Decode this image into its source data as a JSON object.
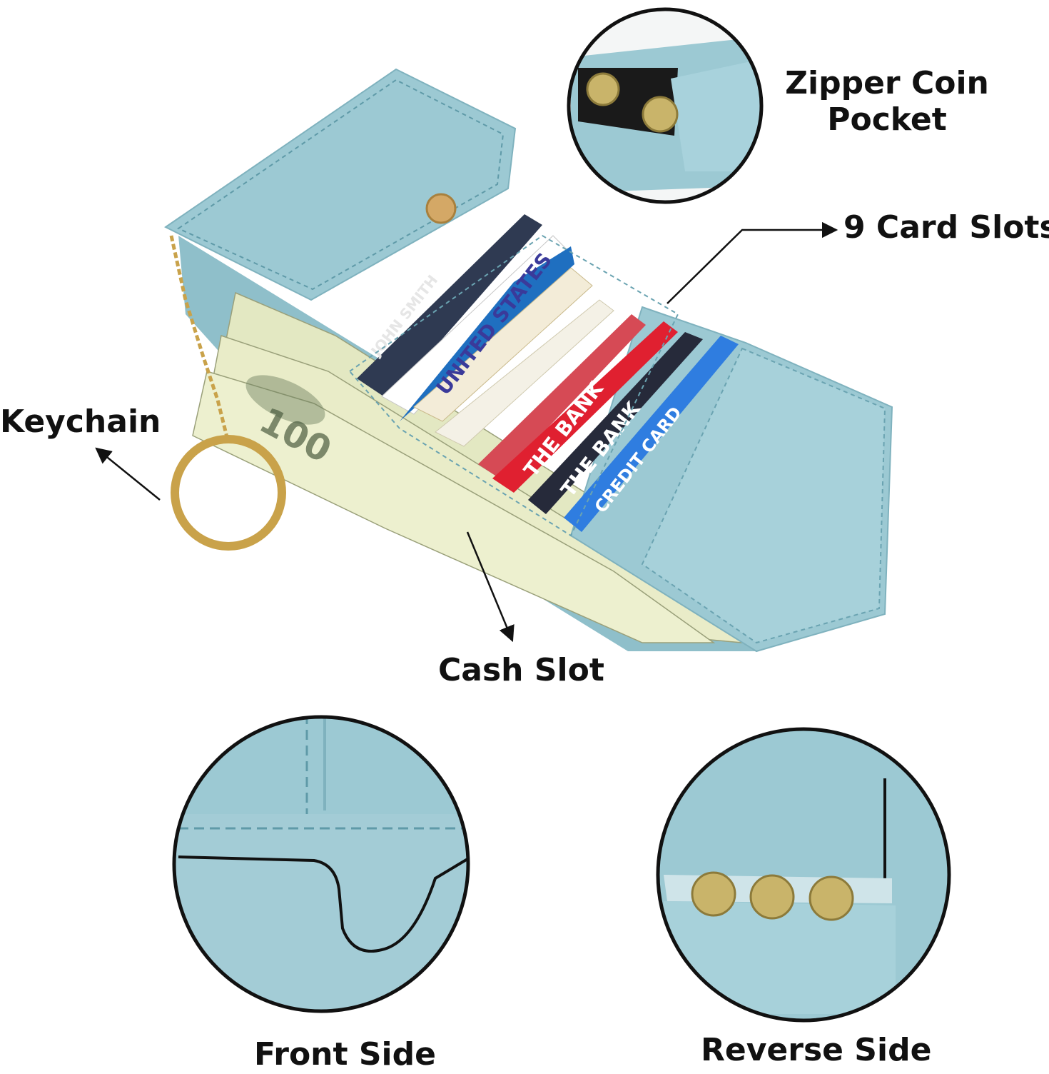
{
  "labels": {
    "zipper_coin_pocket_line1": "Zipper Coin",
    "zipper_coin_pocket_line2": "Pocket",
    "card_slots": "9 Card Slots",
    "keychain": "Keychain",
    "cash_slot": "Cash Slot",
    "front_side": "Front Side",
    "reverse_side": "Reverse Side"
  },
  "card_texts": {
    "name": "JOHN SMITH",
    "united_states": "UNITED STATES",
    "bank_1": "THE BANK",
    "bank_2": "THE BANK",
    "credit_card": "CREDIT CARD",
    "bill": "100"
  },
  "colors": {
    "wallet": "#9cc9d3",
    "wallet_dark": "#7fb2be",
    "stitch": "#5f9aa8",
    "gold": "#c9a24a",
    "bill": "#e9ecc8"
  }
}
